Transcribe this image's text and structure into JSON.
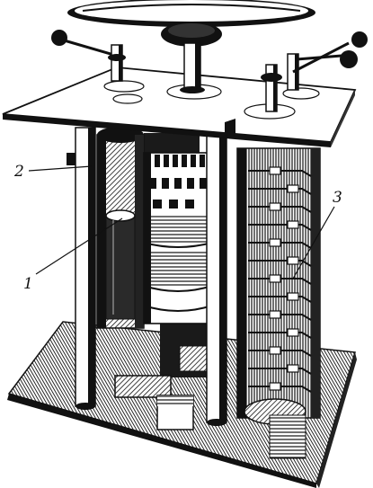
{
  "figure": {
    "callouts": {
      "label_1": "1",
      "label_2": "2",
      "label_3": "3"
    }
  },
  "colors": {
    "ink": "#111111",
    "paper": "#ffffff"
  }
}
